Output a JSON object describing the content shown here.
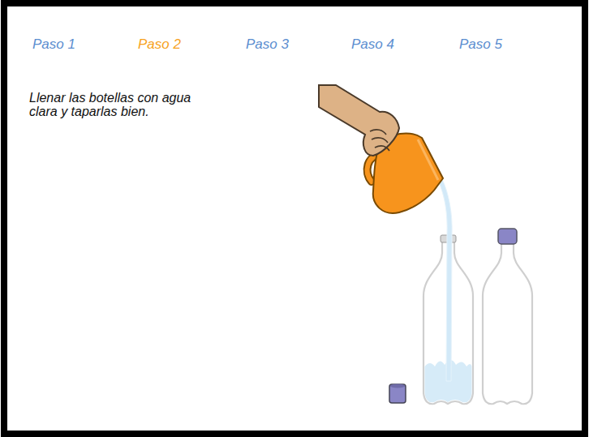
{
  "diagram": {
    "labels": [
      "Paso 1",
      "Paso 2",
      "Paso 3",
      "Paso 4",
      "Paso 5",
      "Llenar las botellas con agua clara y taparlas bien."
    ]
  }
}
